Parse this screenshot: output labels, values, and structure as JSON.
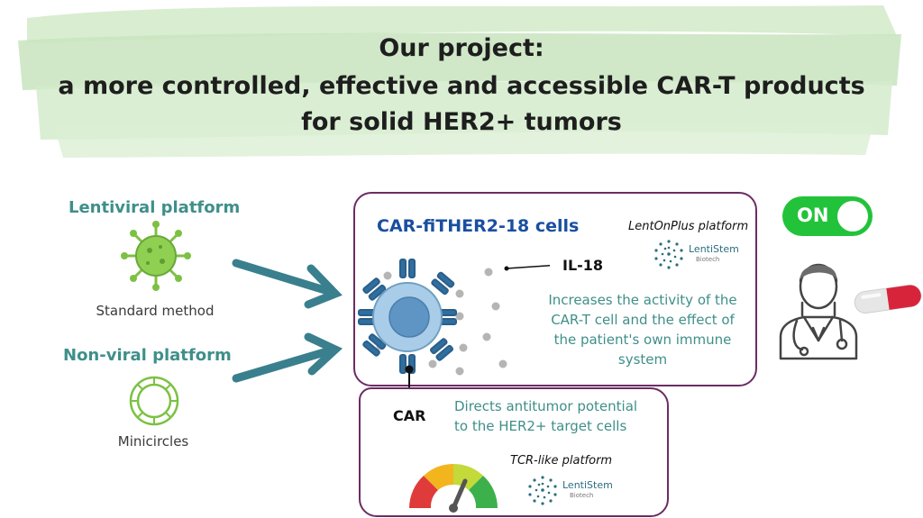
{
  "title": {
    "line1": "Our project:",
    "line2": "a more controlled, effective and accessible CAR-T products",
    "line3": "for solid HER2+ tumors"
  },
  "left_panel": {
    "lentiviral_title": "Lentiviral platform",
    "lentiviral_caption": "Standard method",
    "nonviral_title": "Non-viral platform",
    "nonviral_caption": "Minicircles"
  },
  "main_box": {
    "title": "CAR-fiTHER2-18 cells",
    "platform_label": "LentOnPlus platform",
    "il18_label": "IL-18",
    "car_label": "CAR",
    "description": "Increases the activity of the CAR-T cell and the effect of the patient's own immune system"
  },
  "lower_box": {
    "description": "Directs antitumor potential to the HER2+ target cells",
    "platform_label": "TCR-like platform"
  },
  "logo": {
    "name": "LentiStem",
    "sub": "Biotech"
  },
  "toggle": {
    "label": "ON"
  },
  "colors": {
    "teal": "#3f8f8a",
    "box_border": "#6b2d63",
    "title_blue": "#1a4fa0",
    "toggle_green": "#22c33a",
    "virus_green": "#7cc142",
    "arrow_teal": "#3a7f8e"
  }
}
